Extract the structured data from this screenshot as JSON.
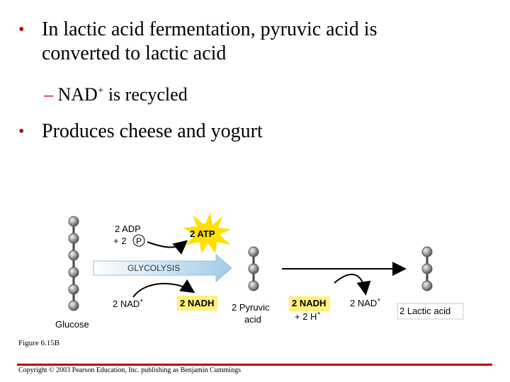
{
  "bullets": [
    {
      "line1": "In lactic acid fermentation, pyruvic acid is",
      "line2": "converted to lactic acid",
      "sub": {
        "dash": "–",
        "nad": "NAD",
        "sup": "+",
        "rest": " is recycled"
      }
    },
    {
      "line1": "Produces cheese and yogurt"
    }
  ],
  "bullet_symbol": "•",
  "diagram": {
    "adp": "2 ADP",
    "pi_prefix": "+ 2",
    "pi_letter": "P",
    "atp": "2 ATP",
    "glycolysis": "GLYCOLYSIS",
    "glucose": "Glucose",
    "nad_left": "2 NAD",
    "nad_sup": "+",
    "nadh_left": "2 NADH",
    "pyruvic_line1": "2 Pyruvic",
    "pyruvic_line2": "acid",
    "nadh_right": "2 NADH",
    "h_line": "+ 2 H",
    "h_sup": "+",
    "nad_right": "2 NAD",
    "nad_right_sup": "+",
    "lactic": "2 Lactic acid"
  },
  "figure_caption": "Figure 6.15B",
  "copyright": "Copyright © 2003 Pearson Education, Inc. publishing as Benjamin Cummings",
  "colors": {
    "accent_red": "#c00000",
    "highlight_yellow": "#fff17a",
    "atp_yellow": "#ffe000",
    "glycolysis_blue": "#bcdcf0",
    "molecule_gray": "#9a9a9a"
  }
}
